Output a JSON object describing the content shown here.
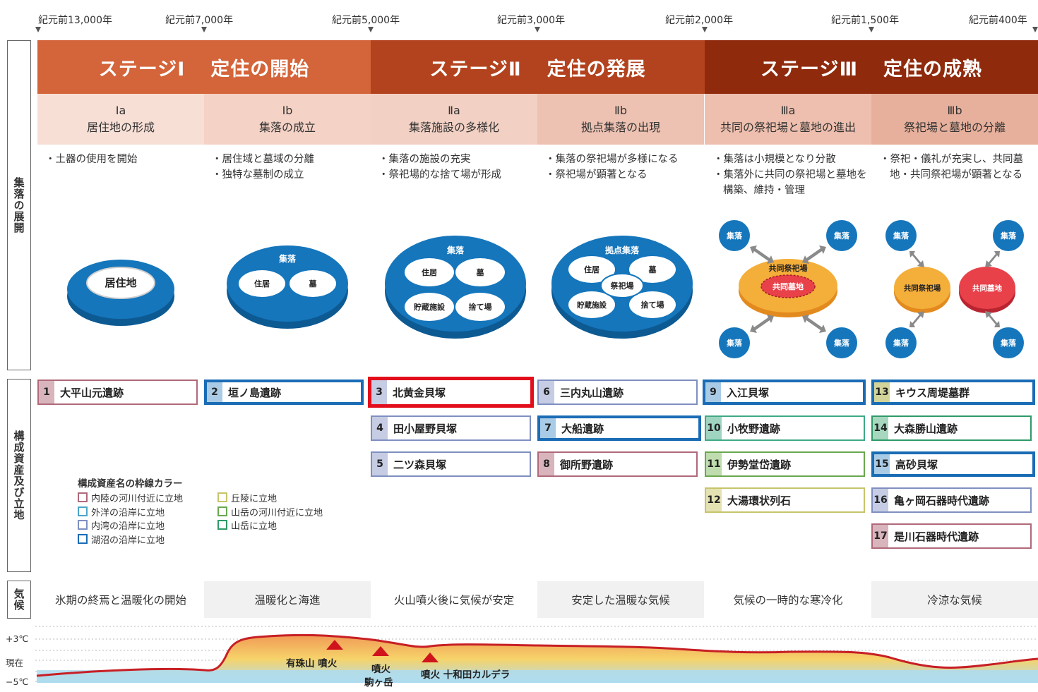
{
  "timeline": [
    "紀元前13,000年",
    "紀元前7,000年",
    "紀元前5,000年",
    "紀元前3,000年",
    "紀元前2,000年",
    "紀元前1,500年",
    "紀元前400年"
  ],
  "side_labels": {
    "settlement": "集落の展開",
    "assets": "構成資産及び立地",
    "climate": "気候"
  },
  "stages": [
    {
      "name": "ステージⅠ",
      "theme": "定住の開始",
      "color": "#d4643a"
    },
    {
      "name": "ステージⅡ",
      "theme": "定住の発展",
      "color": "#b3431e"
    },
    {
      "name": "ステージⅢ",
      "theme": "定住の成熟",
      "color": "#8f2a0d"
    }
  ],
  "substages": [
    {
      "code": "Ⅰa",
      "title": "居住地の形成",
      "bg": "#f8dfd6"
    },
    {
      "code": "Ⅰb",
      "title": "集落の成立",
      "bg": "#f4d2c5"
    },
    {
      "code": "Ⅱa",
      "title": "集落施設の多様化",
      "bg": "#f2d1c4"
    },
    {
      "code": "Ⅱb",
      "title": "拠点集落の出現",
      "bg": "#edc2b2"
    },
    {
      "code": "Ⅲa",
      "title": "共同の祭祀場と墓地の進出",
      "bg": "#eebfae"
    },
    {
      "code": "Ⅲb",
      "title": "祭祀場と墓地の分離",
      "bg": "#e7b09c"
    }
  ],
  "notes": [
    [
      "・土器の使用を開始"
    ],
    [
      "・居住域と墓域の分離",
      "・独特な墓制の成立"
    ],
    [
      "・集落の施設の充実",
      "・祭祀場的な捨て場が形成"
    ],
    [
      "・集落の祭祀場が多様になる",
      "・祭祀場が顕著となる"
    ],
    [
      "・集落は小規模となり分散",
      "・集落外に共同の祭祀場と墓地を構築、維持・管理"
    ],
    [
      "・祭祀・儀礼が充実し、共同墓地・共同祭祀場が顕著となる"
    ]
  ],
  "diagrams": {
    "d1": {
      "center": "居住地"
    },
    "d2": {
      "title": "集落",
      "items": [
        "住居",
        "墓"
      ]
    },
    "d3": {
      "title": "集落",
      "items": [
        "住居",
        "墓",
        "貯蔵施設",
        "捨て場"
      ]
    },
    "d4": {
      "title": "拠点集落",
      "items": [
        "住居",
        "墓",
        "祭祀場",
        "貯蔵施設",
        "捨て場"
      ]
    },
    "d5": {
      "center_top": "共同祭祀場",
      "center": "共同墓地",
      "satellites": [
        "集落",
        "集落",
        "集落",
        "集落"
      ]
    },
    "d6": {
      "left": "共同祭祀場",
      "right": "共同墓地",
      "satellites": [
        "集落",
        "集落",
        "集落",
        "集落"
      ]
    }
  },
  "sites": [
    {
      "num": "1",
      "name": "大平山元遺跡",
      "color": "#b0697a"
    },
    {
      "num": "2",
      "name": "垣ノ島遺跡",
      "color": "#1a6cb5"
    },
    {
      "num": "3",
      "name": "北黄金貝塚",
      "color": "#e30e1b"
    },
    {
      "num": "4",
      "name": "田小屋野貝塚",
      "color": "#7f8fc0"
    },
    {
      "num": "5",
      "name": "二ツ森貝塚",
      "color": "#7f8fc0"
    },
    {
      "num": "6",
      "name": "三内丸山遺跡",
      "color": "#7f8fc0"
    },
    {
      "num": "7",
      "name": "大船遺跡",
      "color": "#1a6cb5"
    },
    {
      "num": "8",
      "name": "御所野遺跡",
      "color": "#b0697a"
    },
    {
      "num": "9",
      "name": "入江貝塚",
      "color": "#1a6cb5"
    },
    {
      "num": "10",
      "name": "小牧野遺跡",
      "color": "#3fa986"
    },
    {
      "num": "11",
      "name": "伊勢堂岱遺跡",
      "color": "#6aa84f"
    },
    {
      "num": "12",
      "name": "大湯環状列石",
      "color": "#c8c46a"
    },
    {
      "num": "13",
      "name": "キウス周堤墓群",
      "color": "#1a6cb5"
    },
    {
      "num": "14",
      "name": "大森勝山遺跡",
      "color": "#2e9a68"
    },
    {
      "num": "15",
      "name": "高砂貝塚",
      "color": "#1a6cb5"
    },
    {
      "num": "16",
      "name": "亀ヶ岡石器時代遺跡",
      "color": "#7f8fc0"
    },
    {
      "num": "17",
      "name": "是川石器時代遺跡",
      "color": "#b0697a"
    }
  ],
  "legend": {
    "title": "構成資産名の枠線カラー",
    "items": [
      {
        "label": "内陸の河川付近に立地",
        "color": "#b0697a"
      },
      {
        "label": "外洋の沿岸に立地",
        "color": "#4aa7c9"
      },
      {
        "label": "内湾の沿岸に立地",
        "color": "#7f8fc0"
      },
      {
        "label": "湖沼の沿岸に立地",
        "color": "#1a6cb5"
      },
      {
        "label": "丘陵に立地",
        "color": "#c8c46a"
      },
      {
        "label": "山岳の河川付近に立地",
        "color": "#6aa84f"
      },
      {
        "label": "山岳に立地",
        "color": "#2e9a68"
      }
    ]
  },
  "climate": [
    "氷期の終焉と温暖化の開始",
    "温暖化と海進",
    "火山噴火後に気候が安定",
    "安定した温暖な気候",
    "気候の一時的な寒冷化",
    "冷涼な気候"
  ],
  "temps": [
    "+3℃",
    "現在",
    "−5℃"
  ],
  "volcano_labels": {
    "v1": "有珠山 噴火",
    "v2a": "噴火",
    "v2b": "駒ヶ岳",
    "v3": "噴火 十和田カルデラ"
  }
}
